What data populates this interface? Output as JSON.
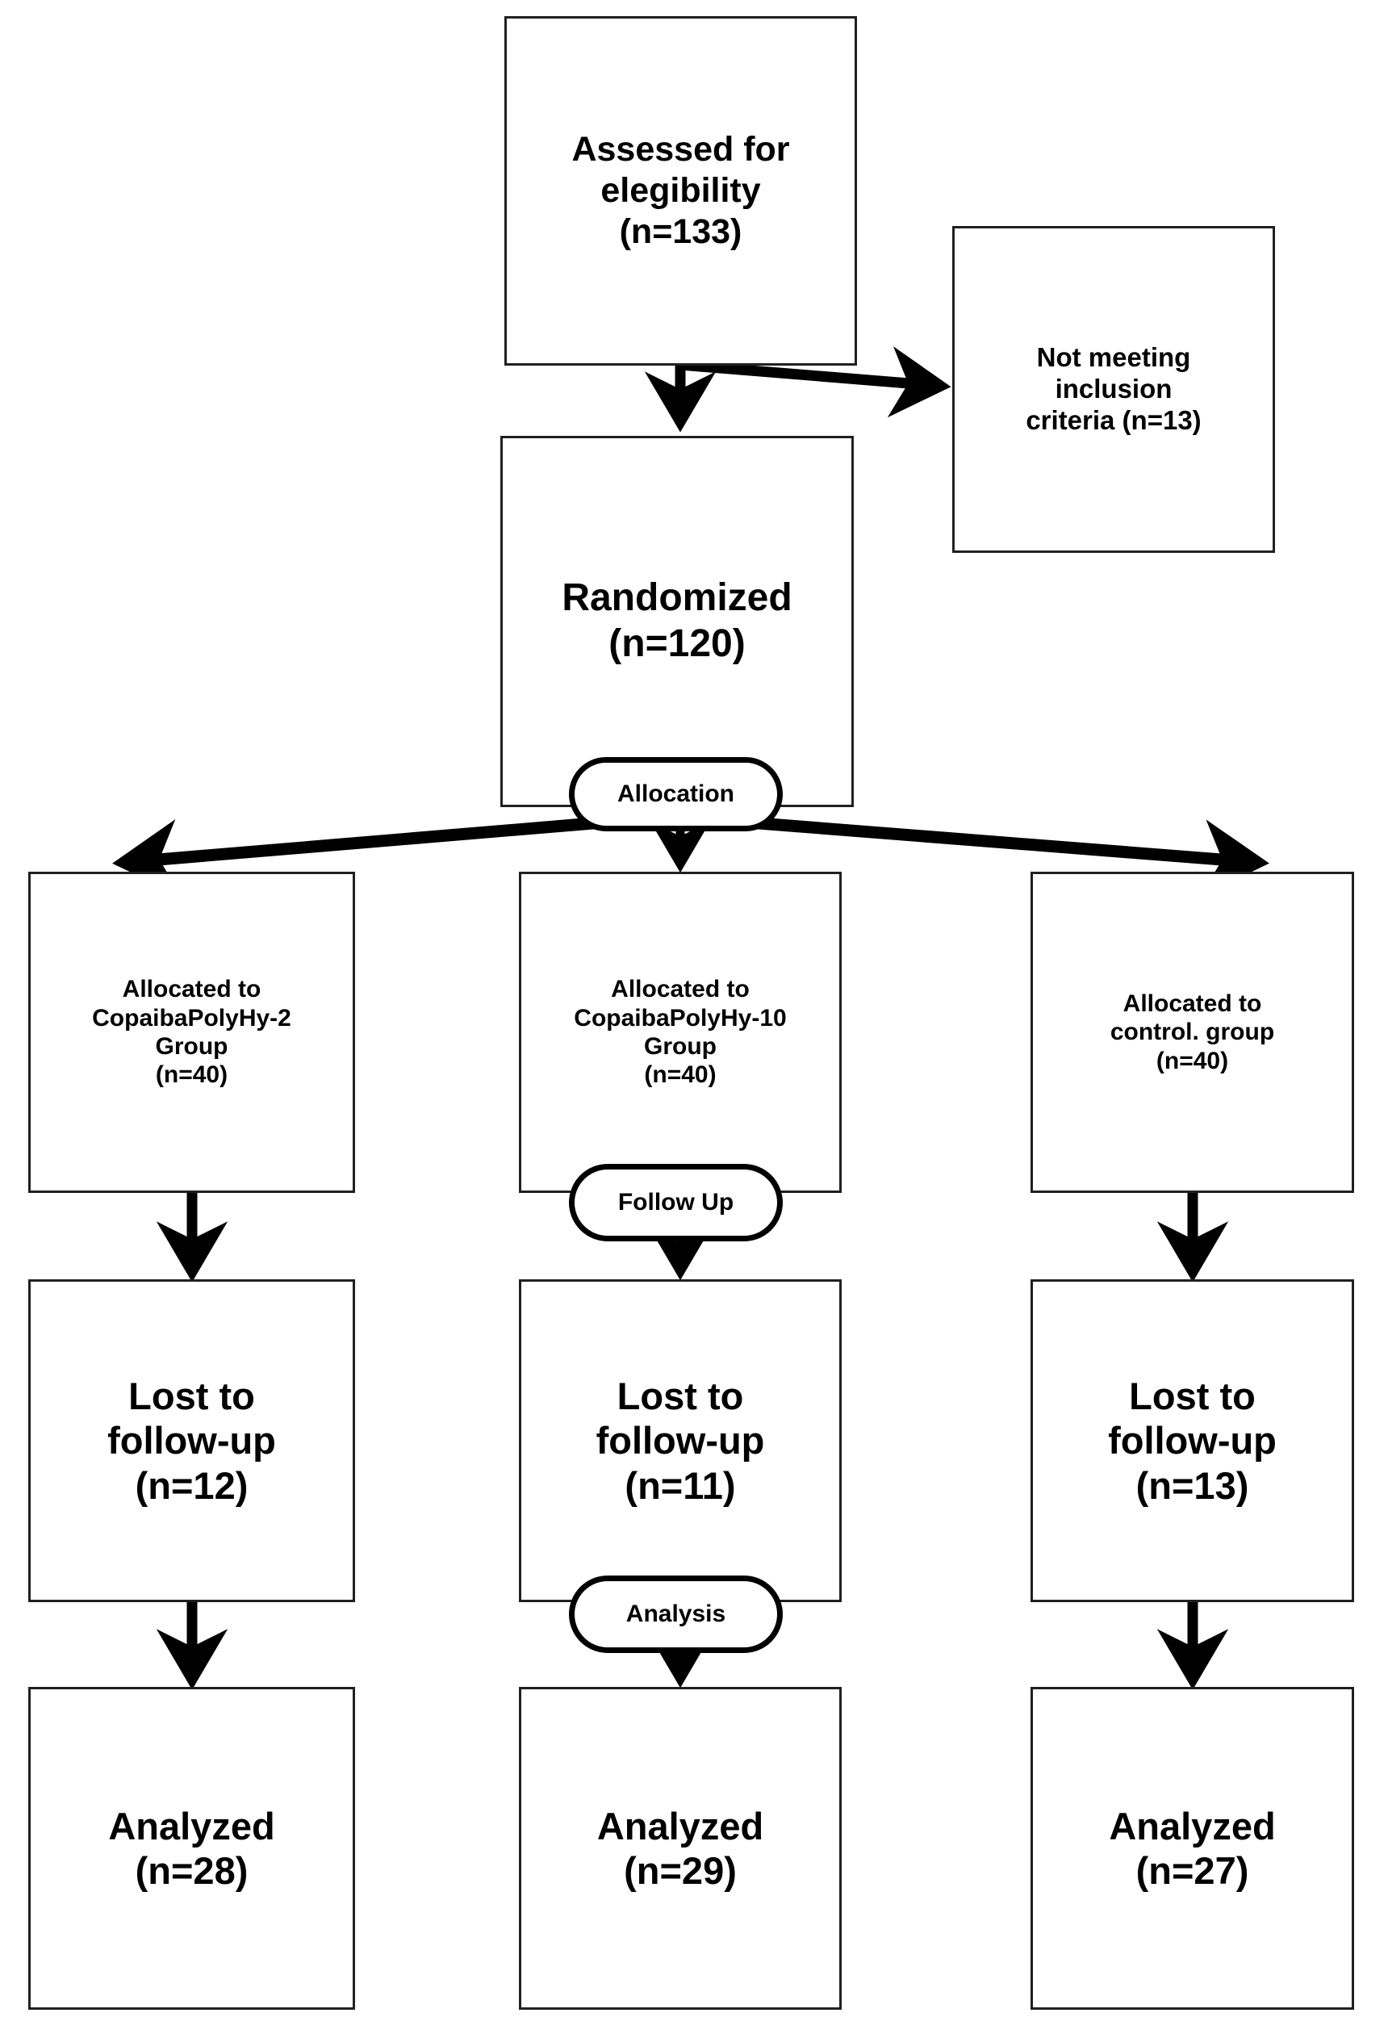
{
  "diagram": {
    "type": "consort-flow-diagram",
    "title": "CONSORT participant flow",
    "colors": {
      "background": "#ffffff",
      "box_border": "#231f20",
      "pill_border": "#000000",
      "arrow": "#000000",
      "text": "#000000"
    }
  },
  "nodes": {
    "assessed": {
      "label": "Assessed for\nelegibility\n(n=133)",
      "line1": "Assessed for",
      "line2": "elegibility",
      "count": "(n=133)",
      "n": 133
    },
    "not_meeting": {
      "label": "Not meeting\ninclusion\ncriteria (n=13)",
      "line1": "Not meeting",
      "line2": "inclusion",
      "line3": "criteria (n=13)",
      "n": 13
    },
    "randomized": {
      "label": "Randomized\n(n=120)",
      "line1": "Randomized",
      "count": "(n=120)",
      "n": 120
    },
    "alloc_left": {
      "label": "Allocated to\nCopaibaPolyHy-2\nGroup\n(n=40)",
      "n": 40
    },
    "alloc_mid": {
      "label": "Allocated to\nCopaibaPolyHy-10\nGroup\n(n=40)",
      "n": 40
    },
    "alloc_right": {
      "label": "Allocated to\ncontrol. group\n(n=40)",
      "n": 40
    },
    "lost_left": {
      "label": "Lost to\nfollow-up\n(n=12)",
      "n": 12
    },
    "lost_mid": {
      "label": "Lost to\nfollow-up\n(n=11)",
      "n": 11
    },
    "lost_right": {
      "label": "Lost to\nfollow-up\n(n=13)",
      "n": 13
    },
    "analyzed_left": {
      "label": "Analyzed\n(n=28)",
      "n": 28
    },
    "analyzed_mid": {
      "label": "Analyzed\n(n=29)",
      "n": 29
    },
    "analyzed_right": {
      "label": "Analyzed\n(n=27)",
      "n": 27
    }
  },
  "stage_labels": {
    "allocation": "Allocation",
    "follow_up": "Follow Up",
    "analysis": "Analysis"
  },
  "connectors": [
    {
      "name": "assessed-to-randomized",
      "from": "assessed",
      "to": "randomized",
      "style": "vertical-arrow"
    },
    {
      "name": "assessed-to-not-meeting",
      "from": "assessed",
      "to": "not_meeting",
      "style": "diagonal-arrow"
    },
    {
      "name": "allocation-to-left",
      "from": "randomized",
      "to": "alloc_left",
      "style": "diagonal-arrow"
    },
    {
      "name": "allocation-to-mid",
      "from": "randomized",
      "to": "alloc_mid",
      "style": "vertical-arrow"
    },
    {
      "name": "allocation-to-right",
      "from": "randomized",
      "to": "alloc_right",
      "style": "diagonal-arrow"
    },
    {
      "name": "alloc-left-to-lost-left",
      "from": "alloc_left",
      "to": "lost_left",
      "style": "vertical-arrow"
    },
    {
      "name": "alloc-mid-to-lost-mid",
      "from": "alloc_mid",
      "to": "lost_mid",
      "style": "vertical-arrow"
    },
    {
      "name": "alloc-right-to-lost-right",
      "from": "alloc_right",
      "to": "lost_right",
      "style": "vertical-arrow"
    },
    {
      "name": "lost-left-to-analyzed-left",
      "from": "lost_left",
      "to": "analyzed_left",
      "style": "vertical-arrow"
    },
    {
      "name": "lost-mid-to-analyzed-mid",
      "from": "lost_mid",
      "to": "analyzed_mid",
      "style": "vertical-arrow"
    },
    {
      "name": "lost-right-to-analyzed-right",
      "from": "lost_right",
      "to": "analyzed_right",
      "style": "vertical-arrow"
    }
  ]
}
